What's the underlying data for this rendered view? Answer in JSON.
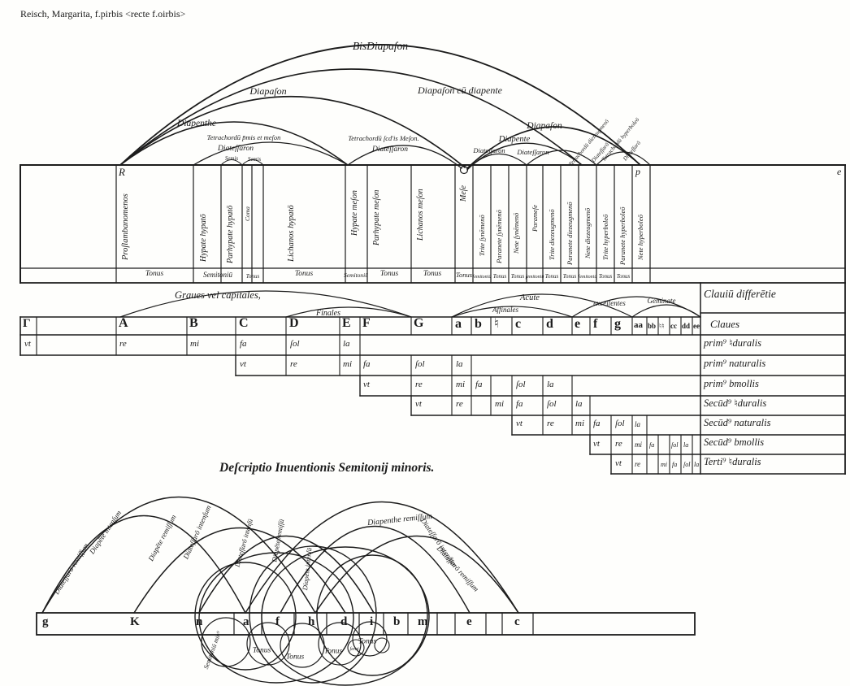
{
  "caption": "Reisch, Margarita, f.pirbis <recte f.oirbis>",
  "upper": {
    "arcs": {
      "bisdiapason": "BisDiapaſon",
      "diapason": "Diapaſon",
      "diapason_cum_diapente": "Diapaſon cū diapente",
      "diapenthe": "Diapenthe",
      "tetrachordum_hypaton": "Tetrachordū p̄mis et meſon",
      "diatessaron_hypaton": "Diateſſaron",
      "semis_a": "Semis",
      "semis_b": "Semis",
      "tetrachordum_meson": "Tetrachordū ſcd'is Meſon.",
      "diatessaron_meson": "Diateſſaron",
      "diapason_right": "Diapaſon",
      "diapente_right": "Diapente",
      "diatessaron_synemmenon": "Diateſſaron",
      "diatessaron_diezeugmenon": "Diateſſaron",
      "tetrachordum_diezeugmenon": "Tetrachordū diezeugmenō",
      "diatessaron_diezeugmenon_2": "Diateſſarō",
      "tetrachordum_hyperboleon": "Tetrachordū hyperboleō",
      "diatessaron_hyperboleon": "Diateſſarō"
    },
    "markers": {
      "left": "R",
      "nete_hyperboleon": "p",
      "right_end": "e"
    },
    "columns": [
      "Proſlambanomenos",
      "Hypate hypatō",
      "Parhypate hypatō",
      "Coma",
      "Lichanos hypatō",
      "Hypate meſon",
      "Parhypate meſon",
      "Lichanos meſon",
      "Meſe",
      "Trite ſynēmenō",
      "Paranete ſynēmenō",
      "Nete ſynēmenō",
      "Parameſe",
      "Trite diezeugmenō",
      "Paranete diezeugmenō",
      "Nete diezeugmenō",
      "Trite hyperboleō",
      "Paranete hyperboleō",
      "Nete hyperboleō"
    ],
    "intervals": [
      "Tonus",
      "Semitoniū",
      "Tonus",
      "Tonus",
      "Semitoniū",
      "Tonus",
      "Tonus",
      "Tonus",
      "ſemitoniū",
      "Tonus",
      "Tonus",
      "ſemitoniū",
      "Tonus",
      "Tonus",
      "ſemitoniū",
      "Tonus",
      "Tonus"
    ]
  },
  "gamut": {
    "group_labels": {
      "graues": "Graues vel capitales,",
      "finales": "Finales",
      "acute": "Acute",
      "affinales": "Affinales",
      "excellentes": "excellentes",
      "geminate": "Geminate"
    },
    "letters": [
      "Γ",
      "A",
      "B",
      "C",
      "D",
      "E",
      "F",
      "G",
      "a",
      "b",
      "♮",
      "c",
      "d",
      "e",
      "f",
      "g",
      "aa",
      "bb",
      "♮♮",
      "cc",
      "dd",
      "ee"
    ],
    "solmization": [
      "vt",
      "re",
      "mi",
      "fa",
      "ſol",
      "la"
    ],
    "right_panel": {
      "header": "Clauiū differētie",
      "claves": "Claues",
      "modes": [
        "prim⁹ ♮duralis",
        "prim⁹ naturalis",
        "prim⁹ bmollis",
        "Secūd⁹ ♮duralis",
        "Secūd⁹ naturalis",
        "Secūd⁹ bmollis",
        "Terti⁹ ♮duralis"
      ]
    }
  },
  "bottom": {
    "title": "Deſcriptio Inuentionis Semitonij minoris.",
    "letters": [
      "g",
      "K",
      "n",
      "a",
      "f",
      "h",
      "d",
      "i",
      "b",
      "m",
      "e",
      "c"
    ],
    "arc_labels": [
      "Diateſſarō remiſſum",
      "Diapēte intenſum",
      "Diapēte remiſſum",
      "Diateſſarō intenſum",
      "Diateſſarō intenſū",
      "Diapēte remiſſū",
      "Diapenthe remiſſum",
      "Diateſſarō intenſum",
      "Diateſſarō remiſſum",
      "Diapēte intenſū"
    ],
    "small_labels": [
      "Semitoniū min⁹",
      "Tonus",
      "Tonus",
      "Tonus",
      "Tonus",
      "ſemi"
    ]
  }
}
